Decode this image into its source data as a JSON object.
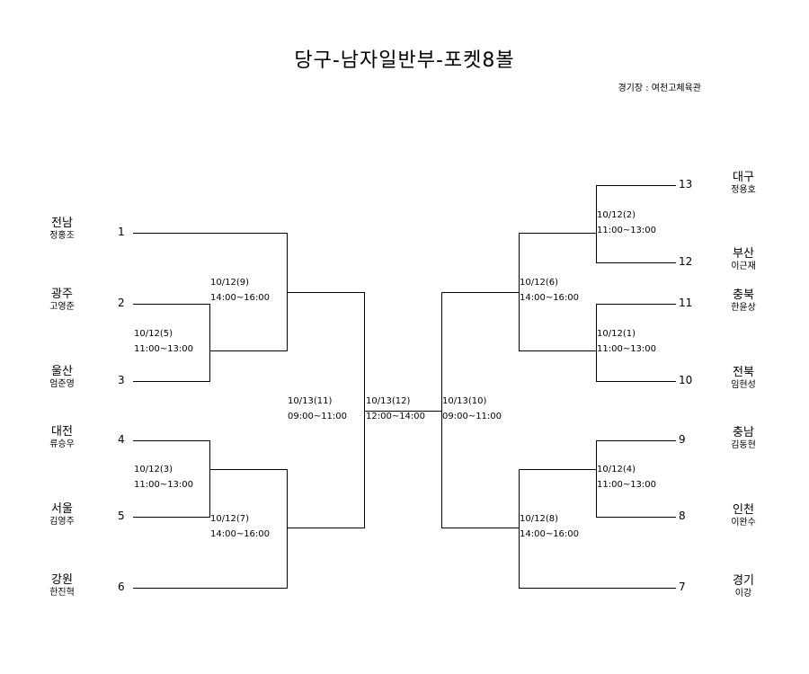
{
  "title": "당구-남자일반부-포켓8볼",
  "venue": "경기장  :  여천고체육관",
  "left_teams": [
    {
      "seed": "1",
      "region": "전남",
      "player": "정홍조"
    },
    {
      "seed": "2",
      "region": "광주",
      "player": "고영준"
    },
    {
      "seed": "3",
      "region": "울산",
      "player": "엄준영"
    },
    {
      "seed": "4",
      "region": "대전",
      "player": "류승우"
    },
    {
      "seed": "5",
      "region": "서울",
      "player": "김영주"
    },
    {
      "seed": "6",
      "region": "강원",
      "player": "한진혁"
    }
  ],
  "right_teams": [
    {
      "seed": "13",
      "region": "대구",
      "player": "정용호"
    },
    {
      "seed": "12",
      "region": "부산",
      "player": "이근재"
    },
    {
      "seed": "11",
      "region": "충북",
      "player": "한윤상"
    },
    {
      "seed": "10",
      "region": "전북",
      "player": "임현성"
    },
    {
      "seed": "9",
      "region": "충남",
      "player": "김동현"
    },
    {
      "seed": "8",
      "region": "인천",
      "player": "이완수"
    },
    {
      "seed": "7",
      "region": "경기",
      "player": "이강"
    }
  ],
  "matches": [
    {
      "date": "10/12(5)",
      "time": "11:00~13:00"
    },
    {
      "date": "10/12(3)",
      "time": "11:00~13:00"
    },
    {
      "date": "10/12(9)",
      "time": "14:00~16:00"
    },
    {
      "date": "10/12(7)",
      "time": "14:00~16:00"
    },
    {
      "date": "10/13(11)",
      "time": "09:00~11:00"
    },
    {
      "date": "10/13(12)",
      "time": "12:00~14:00"
    },
    {
      "date": "10/13(10)",
      "time": "09:00~11:00"
    },
    {
      "date": "10/12(6)",
      "time": "14:00~16:00"
    },
    {
      "date": "10/12(8)",
      "time": "14:00~16:00"
    },
    {
      "date": "10/12(2)",
      "time": "11:00~13:00"
    },
    {
      "date": "10/12(1)",
      "time": "11:00~13:00"
    },
    {
      "date": "10/12(4)",
      "time": "11:00~13:00"
    }
  ]
}
